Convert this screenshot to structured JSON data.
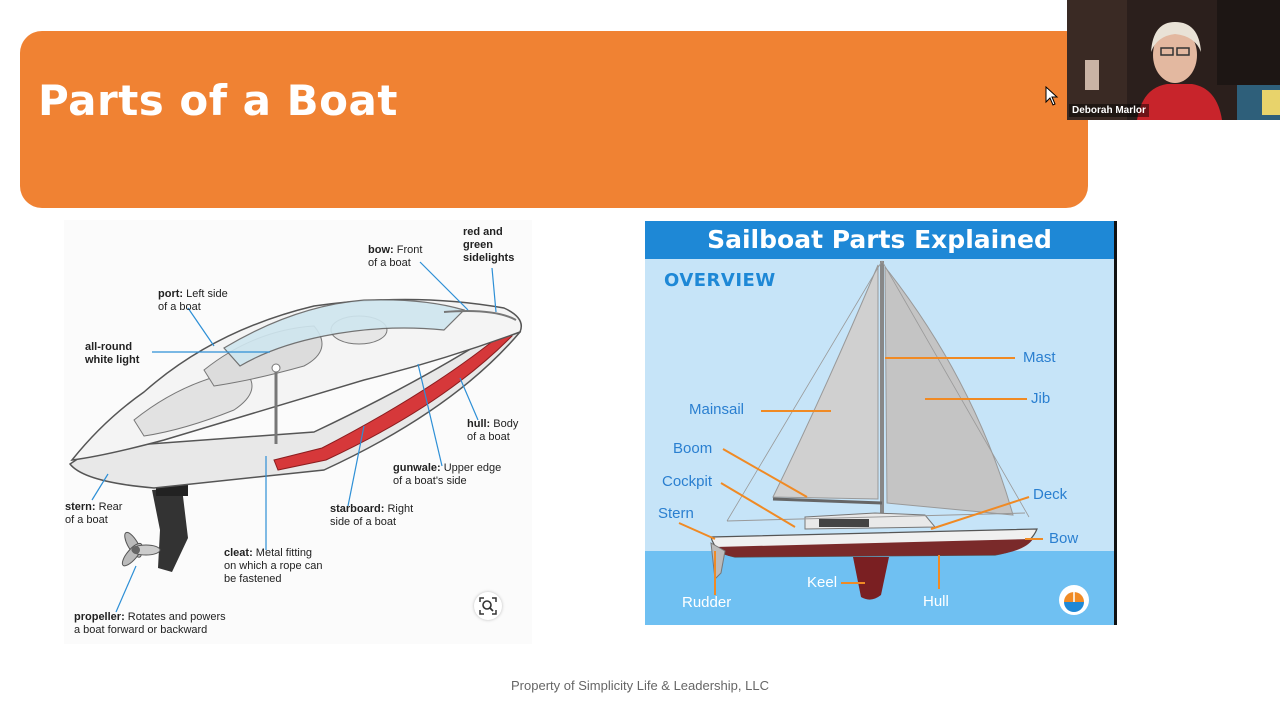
{
  "slide": {
    "title": "Parts of a Boat",
    "footer": "Property of Simplicity Life & Leadership, LLC",
    "accent_color": "#f08233"
  },
  "video": {
    "participant_name": "Deborah Marlor"
  },
  "motorboat_diagram": {
    "labels": {
      "sidelights_1": "red and",
      "sidelights_2": "green",
      "sidelights_3": "sidelights",
      "bow_term": "bow:",
      "bow_def_1": " Front",
      "bow_def_2": "of a boat",
      "port_term": "port:",
      "port_def_1": " Left side",
      "port_def_2": "of a boat",
      "allround_1": "all-round",
      "allround_2": "white light",
      "hull_term": "hull:",
      "hull_def_1": " Body",
      "hull_def_2": "of a boat",
      "gunwale_term": "gunwale:",
      "gunwale_def_1": " Upper edge",
      "gunwale_def_2": "of a boat's side",
      "stern_term": "stern:",
      "stern_def_1": " Rear",
      "stern_def_2": "of a boat",
      "starboard_term": "starboard:",
      "starboard_def_1": " Right",
      "starboard_def_2": "side of a boat",
      "cleat_term": "cleat:",
      "cleat_def_1": " Metal fitting",
      "cleat_def_2": "on which a rope can",
      "cleat_def_3": "be fastened",
      "propeller_term": "propeller:",
      "propeller_def_1": " Rotates and powers",
      "propeller_def_2": "a boat forward or backward"
    }
  },
  "sailboat_diagram": {
    "header": "Sailboat Parts Explained",
    "subheader": "OVERVIEW",
    "labels": {
      "mast": "Mast",
      "jib": "Jib",
      "mainsail": "Mainsail",
      "boom": "Boom",
      "cockpit": "Cockpit",
      "stern": "Stern",
      "deck": "Deck",
      "bow": "Bow",
      "keel": "Keel",
      "hull": "Hull",
      "rudder": "Rudder"
    }
  }
}
